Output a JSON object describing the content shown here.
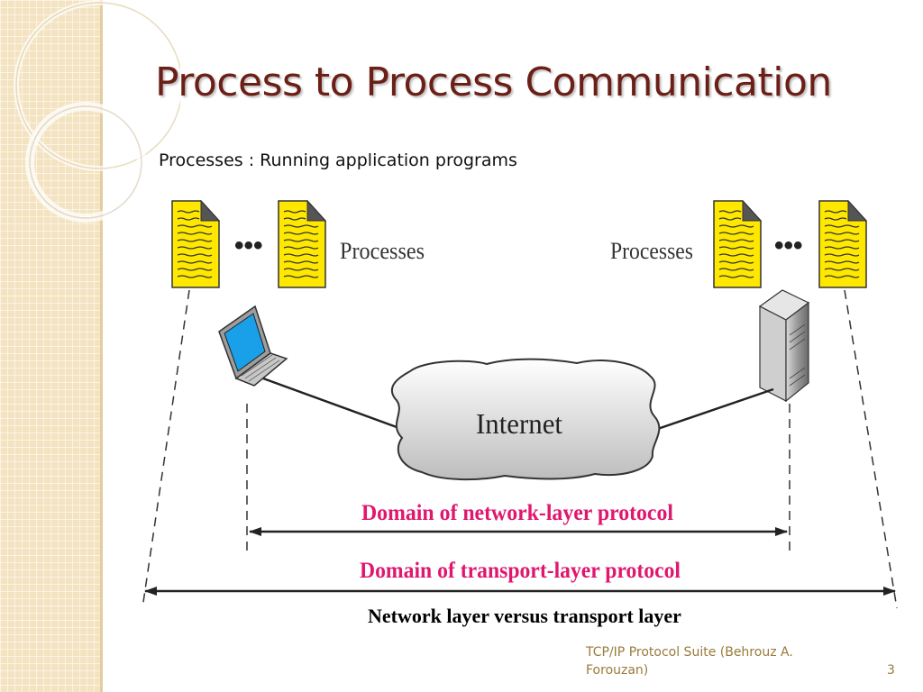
{
  "slide": {
    "title": "Process to Process Communication",
    "subtitle": "Processes : Running application programs",
    "caption": "Network layer versus transport layer",
    "footer_source": "TCP/IP Protocol Suite (Behrouz A. Forouzan)",
    "page_number": "3"
  },
  "diagram": {
    "left_processes_label": "Processes",
    "right_processes_label": "Processes",
    "ellipsis": "•••",
    "internet_label": "Internet",
    "network_domain_label": "Domain of network-layer protocol",
    "transport_domain_label": "Domain of transport-layer protocol"
  },
  "colors": {
    "title": "#6b1f16",
    "domain_label": "#e0176f",
    "document_fill": "#ffe800",
    "theme_band": "#f3e3c0",
    "footer_text": "#9a7a3c"
  },
  "icons": [
    "document-icon",
    "laptop-icon",
    "server-icon",
    "cloud-icon"
  ]
}
